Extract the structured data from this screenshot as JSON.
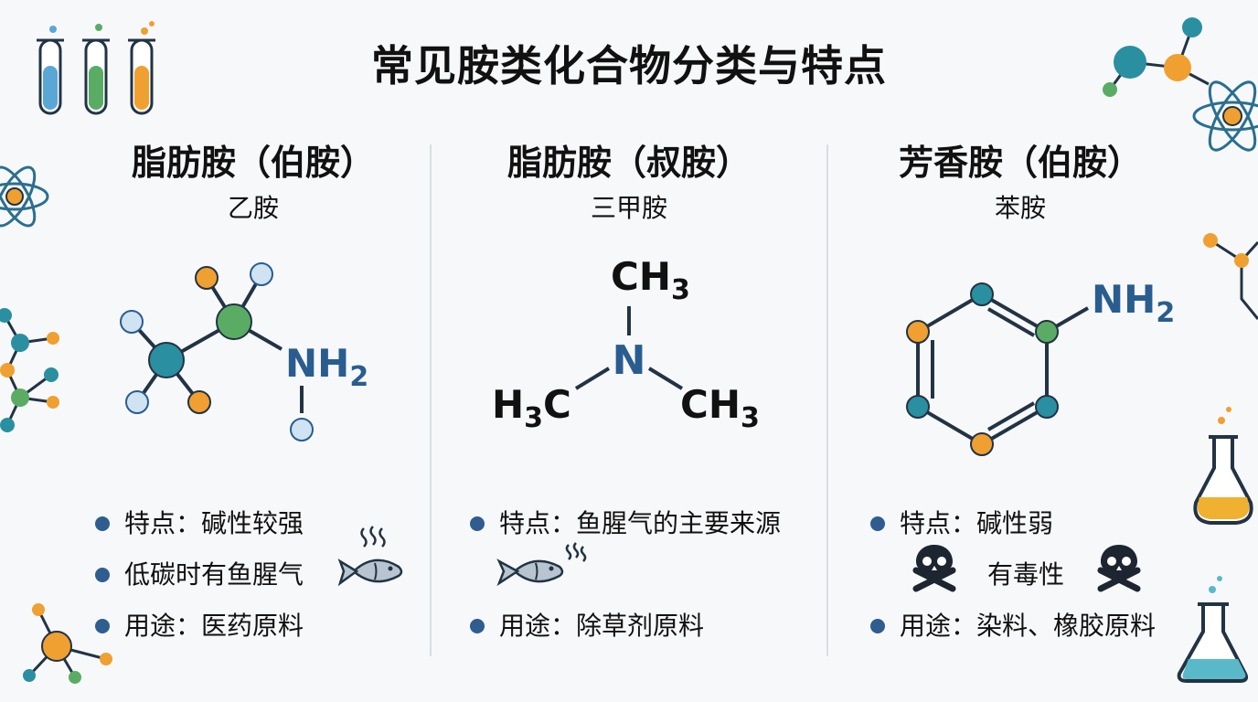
{
  "title": "常见胺类化合物分类与特点",
  "colors": {
    "blue_dark": "#2a5d8f",
    "teal": "#2a8fa0",
    "green": "#5aac64",
    "orange": "#f0a030",
    "light_blue": "#cfe3f3",
    "bond": "#223344"
  },
  "columns": [
    {
      "title": "脂肪胺（伯胺）",
      "compound": "乙胺",
      "group_label": "NH",
      "group_sub": "2",
      "bullets": [
        "特点：碱性较强",
        "低碳时有鱼腥气",
        "用途：医药原料"
      ],
      "icons": [
        "fish-icon"
      ]
    },
    {
      "title": "脂肪胺（叔胺）",
      "compound": "三甲胺",
      "formula": {
        "top": "CH",
        "top_sub": "3",
        "center": "N",
        "left": "H",
        "left_sub": "3",
        "left_tail": "C",
        "right": "CH",
        "right_sub": "3"
      },
      "bullets": [
        "特点：鱼腥气的主要来源",
        "用途：除草剂原料"
      ],
      "icons": [
        "fish-icon"
      ]
    },
    {
      "title": "芳香胺（伯胺）",
      "compound": "苯胺",
      "group_label": "NH",
      "group_sub": "2",
      "bullets": [
        "特点：碱性弱",
        "有毒性",
        "用途：染料、橡胶原料"
      ],
      "icons": [
        "skull-crossbones-icon",
        "skull-crossbones-icon"
      ]
    }
  ],
  "decor_icons": [
    "test-tubes-icon",
    "atom-icon",
    "molecule-icon",
    "flask-icon",
    "beaker-icon"
  ]
}
